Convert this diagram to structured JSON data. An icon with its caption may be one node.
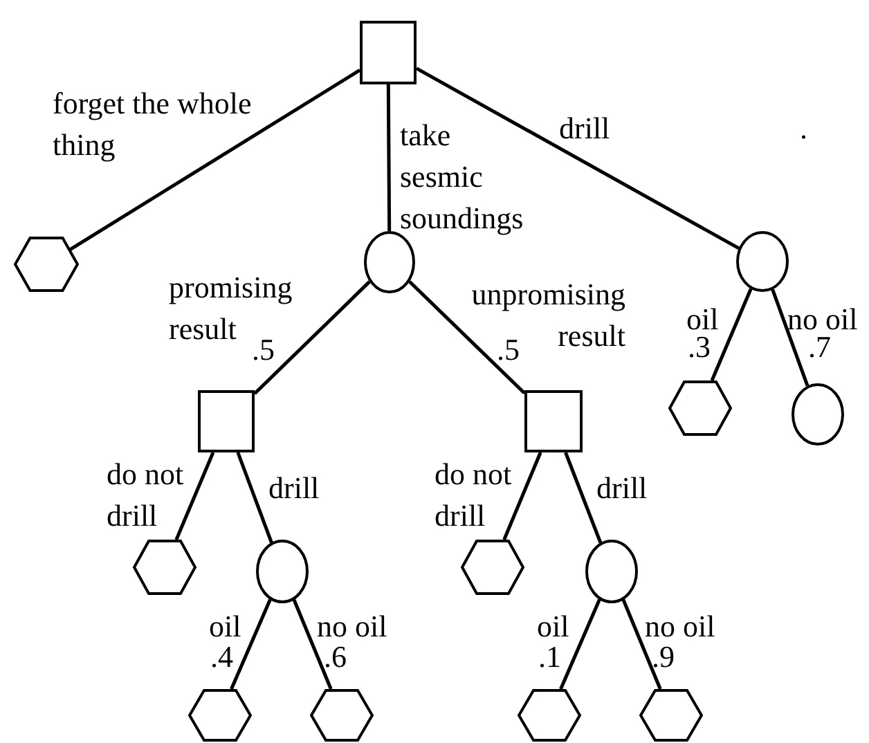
{
  "diagram": {
    "nodes": [
      {
        "text": [],
        "shape": "box"
      },
      {
        "text": [],
        "shape": "hexagon"
      },
      {
        "text": [],
        "shape": "circle"
      },
      {
        "text": [],
        "shape": "circle"
      },
      {
        "text": [],
        "shape": "hexagon"
      },
      {
        "text": [],
        "shape": "circle"
      },
      {
        "text": [],
        "shape": "box"
      },
      {
        "text": [],
        "shape": "box"
      },
      {
        "text": [],
        "shape": "hexagon"
      },
      {
        "text": [],
        "shape": "circle"
      },
      {
        "text": [],
        "shape": "hexagon"
      },
      {
        "text": [],
        "shape": "circle"
      },
      {
        "text": [],
        "shape": "hexagon"
      },
      {
        "text": [],
        "shape": "hexagon"
      },
      {
        "text": [],
        "shape": "hexagon"
      },
      {
        "text": [],
        "shape": "hexagon"
      }
    ],
    "edges": [
      {
        "from": 0,
        "to": 1,
        "arrow": "none",
        "label": "forget the whole thing"
      },
      {
        "from": 0,
        "to": 2,
        "arrow": "none",
        "label": "take sesmic soundings"
      },
      {
        "from": 0,
        "to": 3,
        "arrow": "none",
        "label": "drill"
      },
      {
        "from": 2,
        "to": 6,
        "arrow": "none",
        "label": "promising result"
      },
      {
        "from": 2,
        "to": 7,
        "arrow": "none",
        "label": "unpromising result"
      },
      {
        "from": 3,
        "to": 4,
        "arrow": "none",
        "label": "oil"
      },
      {
        "from": 3,
        "to": 5,
        "arrow": "none",
        "label": "no oil"
      },
      {
        "from": 6,
        "to": 8,
        "arrow": "none",
        "label": "do not drill"
      },
      {
        "from": 6,
        "to": 9,
        "arrow": "none",
        "label": "drill"
      },
      {
        "from": 7,
        "to": 10,
        "arrow": "none",
        "label": "do not drill"
      },
      {
        "from": 7,
        "to": 11,
        "arrow": "none",
        "label": "drill"
      },
      {
        "from": 9,
        "to": 12,
        "arrow": "none",
        "label": "oil"
      },
      {
        "from": 9,
        "to": 13,
        "arrow": "none",
        "label": "no oil"
      },
      {
        "from": 11,
        "to": 14,
        "arrow": "none",
        "label": "oil"
      },
      {
        "from": 11,
        "to": 15,
        "arrow": "none",
        "label": "no oil"
      }
    ],
    "labels": [
      ".",
      ".5",
      ".5",
      ".3",
      ".7",
      ".4",
      ".6",
      ".1",
      ".9"
    ]
  }
}
